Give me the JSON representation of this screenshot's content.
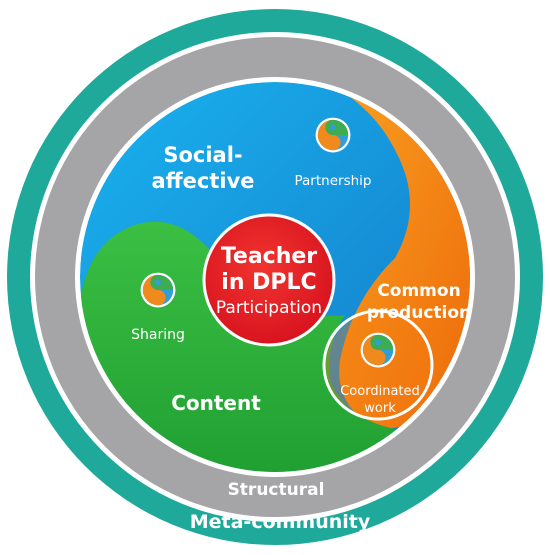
{
  "diagram": {
    "center": {
      "title_line1": "Teacher",
      "title_line2": "in DPLC",
      "subtitle": "Participation"
    },
    "regions": {
      "social_affective": {
        "line1": "Social-",
        "line2": "affective"
      },
      "content": {
        "label": "Content"
      },
      "common_production": {
        "line1": "Common",
        "line2": "production"
      }
    },
    "badges": {
      "partnership": "Partnership",
      "sharing": "Sharing",
      "coordinated_line1": "Coordinated",
      "coordinated_line2": "work"
    },
    "rings": {
      "structural": "Structural",
      "meta_community": "Meta-community"
    },
    "colors": {
      "outer_ring": "#1ea99a",
      "gray_ring": "#a5a5a7",
      "social_affective_blue": "#1b9de0",
      "content_green": "#2cad3a",
      "production_orange": "#f5870f",
      "center_red": "#e8232d"
    },
    "icons": [
      "yin-yang-icon"
    ]
  }
}
